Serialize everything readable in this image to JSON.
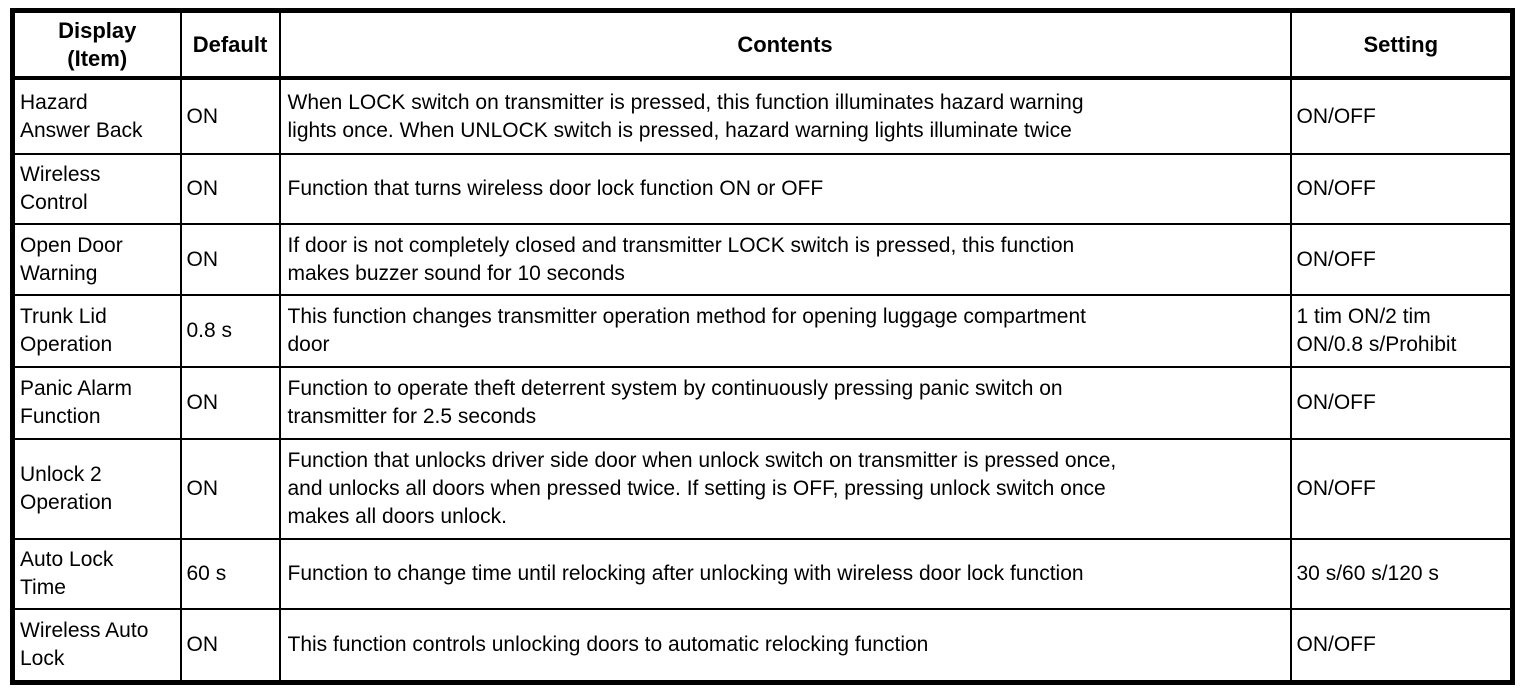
{
  "colors": {
    "background": "#ffffff",
    "text": "#000000",
    "border": "#000000"
  },
  "table": {
    "columns": {
      "display": "Display\n(Item)",
      "default": "Default",
      "contents": "Contents",
      "setting": "Setting"
    },
    "rows": [
      {
        "display": "Hazard\nAnswer Back",
        "default": "ON",
        "contents": "When LOCK switch on transmitter is pressed, this function illuminates hazard warning\nlights once. When UNLOCK switch is pressed, hazard warning lights illuminate twice",
        "setting": "ON/OFF"
      },
      {
        "display": "Wireless\nControl",
        "default": "ON",
        "contents": "Function that turns wireless door lock function ON or OFF",
        "setting": "ON/OFF"
      },
      {
        "display": "Open Door\nWarning",
        "default": "ON",
        "contents": "If door is not completely closed and transmitter LOCK switch is pressed, this function\nmakes buzzer sound for 10 seconds",
        "setting": "ON/OFF"
      },
      {
        "display": "Trunk Lid\nOperation",
        "default": "0.8 s",
        "contents": "This function changes transmitter operation method for opening luggage compartment\ndoor",
        "setting": "1 tim ON/2 tim\nON/0.8 s/Prohibit"
      },
      {
        "display": "Panic Alarm\nFunction",
        "default": "ON",
        "contents": "Function to operate theft deterrent system by continuously pressing panic switch on\ntransmitter for 2.5 seconds",
        "setting": "ON/OFF"
      },
      {
        "display": "Unlock 2\nOperation",
        "default": "ON",
        "contents": "Function that unlocks driver side door when unlock switch on transmitter is pressed once,\nand unlocks all doors when pressed twice. If setting is OFF, pressing unlock switch once\nmakes all doors unlock.",
        "setting": "ON/OFF"
      },
      {
        "display": "Auto Lock\nTime",
        "default": "60 s",
        "contents": "Function to change time until relocking after unlocking with wireless door lock function",
        "setting": "30 s/60 s/120 s"
      },
      {
        "display": "Wireless Auto\nLock",
        "default": "ON",
        "contents": "This function controls unlocking doors to automatic relocking function",
        "setting": "ON/OFF"
      }
    ]
  }
}
